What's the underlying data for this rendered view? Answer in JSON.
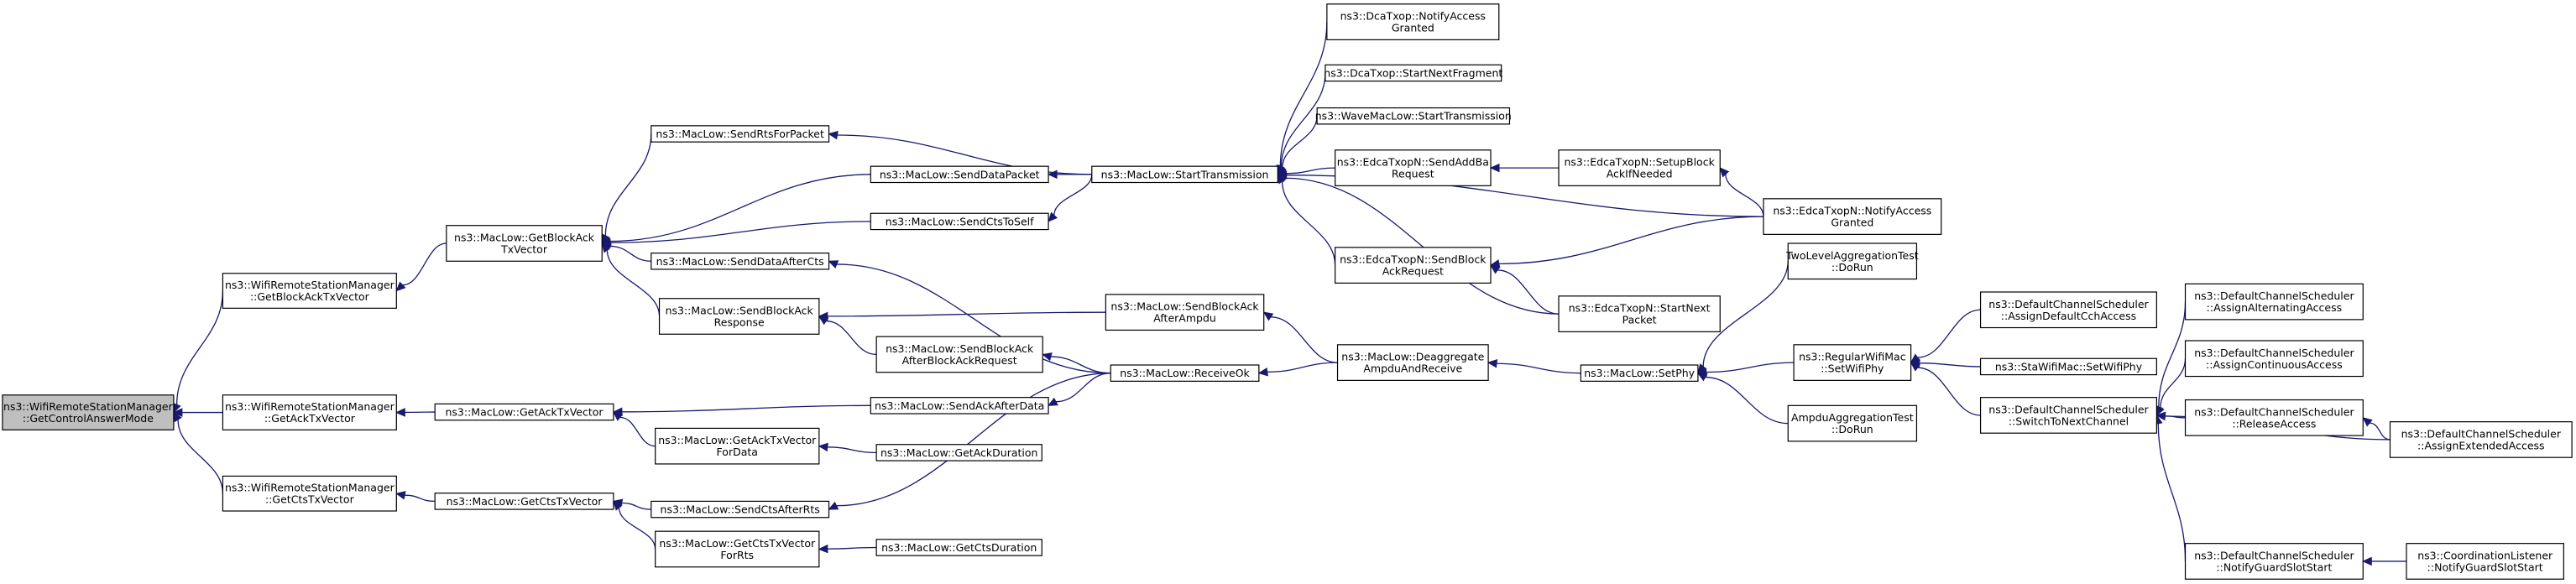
{
  "colors": {
    "edge": "#191970",
    "root_fill": "#bfbfbf",
    "node_fill": "#ffffff",
    "node_border": "#000000"
  },
  "nodes": [
    {
      "id": "n0",
      "lines": [
        "ns3::WifiRemoteStationManager",
        "::GetControlAnswerMode"
      ],
      "root": true
    },
    {
      "id": "n1",
      "lines": [
        "ns3::WifiRemoteStationManager",
        "::GetBlockAckTxVector"
      ]
    },
    {
      "id": "n2",
      "lines": [
        "ns3::WifiRemoteStationManager",
        "::GetAckTxVector"
      ]
    },
    {
      "id": "n3",
      "lines": [
        "ns3::WifiRemoteStationManager",
        "::GetCtsTxVector"
      ]
    },
    {
      "id": "n4",
      "lines": [
        "ns3::MacLow::GetBlockAck",
        "TxVector"
      ]
    },
    {
      "id": "n5",
      "lines": [
        "ns3::MacLow::GetAckTxVector"
      ]
    },
    {
      "id": "n6",
      "lines": [
        "ns3::MacLow::GetCtsTxVector"
      ]
    },
    {
      "id": "n7",
      "lines": [
        "ns3::MacLow::SendRtsForPacket"
      ]
    },
    {
      "id": "n8",
      "lines": [
        "ns3::MacLow::SendDataPacket"
      ]
    },
    {
      "id": "n9",
      "lines": [
        "ns3::MacLow::SendCtsToSelf"
      ]
    },
    {
      "id": "n10",
      "lines": [
        "ns3::MacLow::SendDataAfterCts"
      ]
    },
    {
      "id": "n11",
      "lines": [
        "ns3::MacLow::SendBlockAck",
        "Response"
      ]
    },
    {
      "id": "n12",
      "lines": [
        "ns3::MacLow::SendBlockAck",
        "AfterBlockAckRequest"
      ]
    },
    {
      "id": "n13",
      "lines": [
        "ns3::MacLow::SendAckAfterData"
      ]
    },
    {
      "id": "n14",
      "lines": [
        "ns3::MacLow::GetAckTxVector",
        "ForData"
      ]
    },
    {
      "id": "n15",
      "lines": [
        "ns3::MacLow::SendCtsAfterRts"
      ]
    },
    {
      "id": "n16",
      "lines": [
        "ns3::MacLow::GetCtsTxVector",
        "ForRts"
      ]
    },
    {
      "id": "n17",
      "lines": [
        "ns3::MacLow::GetAckDuration"
      ]
    },
    {
      "id": "n18",
      "lines": [
        "ns3::MacLow::GetCtsDuration"
      ]
    },
    {
      "id": "n19",
      "lines": [
        "ns3::MacLow::StartTransmission"
      ]
    },
    {
      "id": "n20",
      "lines": [
        "ns3::MacLow::SendBlockAck",
        "AfterAmpdu"
      ]
    },
    {
      "id": "n21",
      "lines": [
        "ns3::MacLow::ReceiveOk"
      ]
    },
    {
      "id": "n22",
      "lines": [
        "ns3::DcaTxop::NotifyAccess",
        "Granted"
      ]
    },
    {
      "id": "n23",
      "lines": [
        "ns3::DcaTxop::StartNextFragment"
      ]
    },
    {
      "id": "n24",
      "lines": [
        "ns3::WaveMacLow::StartTransmission"
      ]
    },
    {
      "id": "n25",
      "lines": [
        "ns3::EdcaTxopN::SendAddBa",
        "Request"
      ]
    },
    {
      "id": "n26",
      "lines": [
        "ns3::EdcaTxopN::SendBlock",
        "AckRequest"
      ]
    },
    {
      "id": "n27",
      "lines": [
        "ns3::MacLow::Deaggregate",
        "AmpduAndReceive"
      ]
    },
    {
      "id": "n28",
      "lines": [
        "ns3::EdcaTxopN::SetupBlock",
        "AckIfNeeded"
      ]
    },
    {
      "id": "n29",
      "lines": [
        "ns3::EdcaTxopN::NotifyAccess",
        "Granted"
      ]
    },
    {
      "id": "n30",
      "lines": [
        "ns3::EdcaTxopN::StartNext",
        "Packet"
      ]
    },
    {
      "id": "n31",
      "lines": [
        "ns3::MacLow::SetPhy"
      ]
    },
    {
      "id": "n32",
      "lines": [
        "TwoLevelAggregationTest",
        "::DoRun"
      ]
    },
    {
      "id": "n33",
      "lines": [
        "ns3::RegularWifiMac",
        "::SetWifiPhy"
      ]
    },
    {
      "id": "n34",
      "lines": [
        "AmpduAggregationTest",
        "::DoRun"
      ]
    },
    {
      "id": "n35",
      "lines": [
        "ns3::DefaultChannelScheduler",
        "::AssignDefaultCchAccess"
      ]
    },
    {
      "id": "n36",
      "lines": [
        "ns3::StaWifiMac::SetWifiPhy"
      ]
    },
    {
      "id": "n37",
      "lines": [
        "ns3::DefaultChannelScheduler",
        "::SwitchToNextChannel"
      ]
    },
    {
      "id": "n38",
      "lines": [
        "ns3::DefaultChannelScheduler",
        "::AssignAlternatingAccess"
      ]
    },
    {
      "id": "n39",
      "lines": [
        "ns3::DefaultChannelScheduler",
        "::AssignContinuousAccess"
      ]
    },
    {
      "id": "n40",
      "lines": [
        "ns3::DefaultChannelScheduler",
        "::ReleaseAccess"
      ]
    },
    {
      "id": "n41",
      "lines": [
        "ns3::DefaultChannelScheduler",
        "::NotifyGuardSlotStart"
      ]
    },
    {
      "id": "n42",
      "lines": [
        "ns3::DefaultChannelScheduler",
        "::AssignExtendedAccess"
      ]
    },
    {
      "id": "n43",
      "lines": [
        "ns3::CoordinationListener",
        "::NotifyGuardSlotStart"
      ]
    }
  ],
  "edges": [
    [
      "n1",
      "n0"
    ],
    [
      "n2",
      "n0"
    ],
    [
      "n3",
      "n0"
    ],
    [
      "n4",
      "n1"
    ],
    [
      "n5",
      "n2"
    ],
    [
      "n6",
      "n3"
    ],
    [
      "n7",
      "n4"
    ],
    [
      "n8",
      "n4"
    ],
    [
      "n9",
      "n4"
    ],
    [
      "n10",
      "n4"
    ],
    [
      "n11",
      "n4"
    ],
    [
      "n13",
      "n5"
    ],
    [
      "n14",
      "n5"
    ],
    [
      "n15",
      "n6"
    ],
    [
      "n16",
      "n6"
    ],
    [
      "n19",
      "n7"
    ],
    [
      "n19",
      "n8"
    ],
    [
      "n19",
      "n9"
    ],
    [
      "n21",
      "n10"
    ],
    [
      "n20",
      "n11"
    ],
    [
      "n12",
      "n11"
    ],
    [
      "n21",
      "n12"
    ],
    [
      "n21",
      "n13"
    ],
    [
      "n17",
      "n14"
    ],
    [
      "n21",
      "n15"
    ],
    [
      "n18",
      "n16"
    ],
    [
      "n22",
      "n19"
    ],
    [
      "n23",
      "n19"
    ],
    [
      "n24",
      "n19"
    ],
    [
      "n25",
      "n19"
    ],
    [
      "n26",
      "n19"
    ],
    [
      "n29",
      "n19"
    ],
    [
      "n30",
      "n19"
    ],
    [
      "n27",
      "n20"
    ],
    [
      "n27",
      "n21"
    ],
    [
      "n28",
      "n25"
    ],
    [
      "n29",
      "n26"
    ],
    [
      "n30",
      "n26"
    ],
    [
      "n29",
      "n28"
    ],
    [
      "n31",
      "n27"
    ],
    [
      "n32",
      "n31"
    ],
    [
      "n33",
      "n31"
    ],
    [
      "n34",
      "n31"
    ],
    [
      "n35",
      "n33"
    ],
    [
      "n36",
      "n33"
    ],
    [
      "n37",
      "n33"
    ],
    [
      "n38",
      "n37"
    ],
    [
      "n39",
      "n37"
    ],
    [
      "n40",
      "n37"
    ],
    [
      "n41",
      "n37"
    ],
    [
      "n42",
      "n37"
    ],
    [
      "n42",
      "n40"
    ],
    [
      "n43",
      "n41"
    ]
  ]
}
